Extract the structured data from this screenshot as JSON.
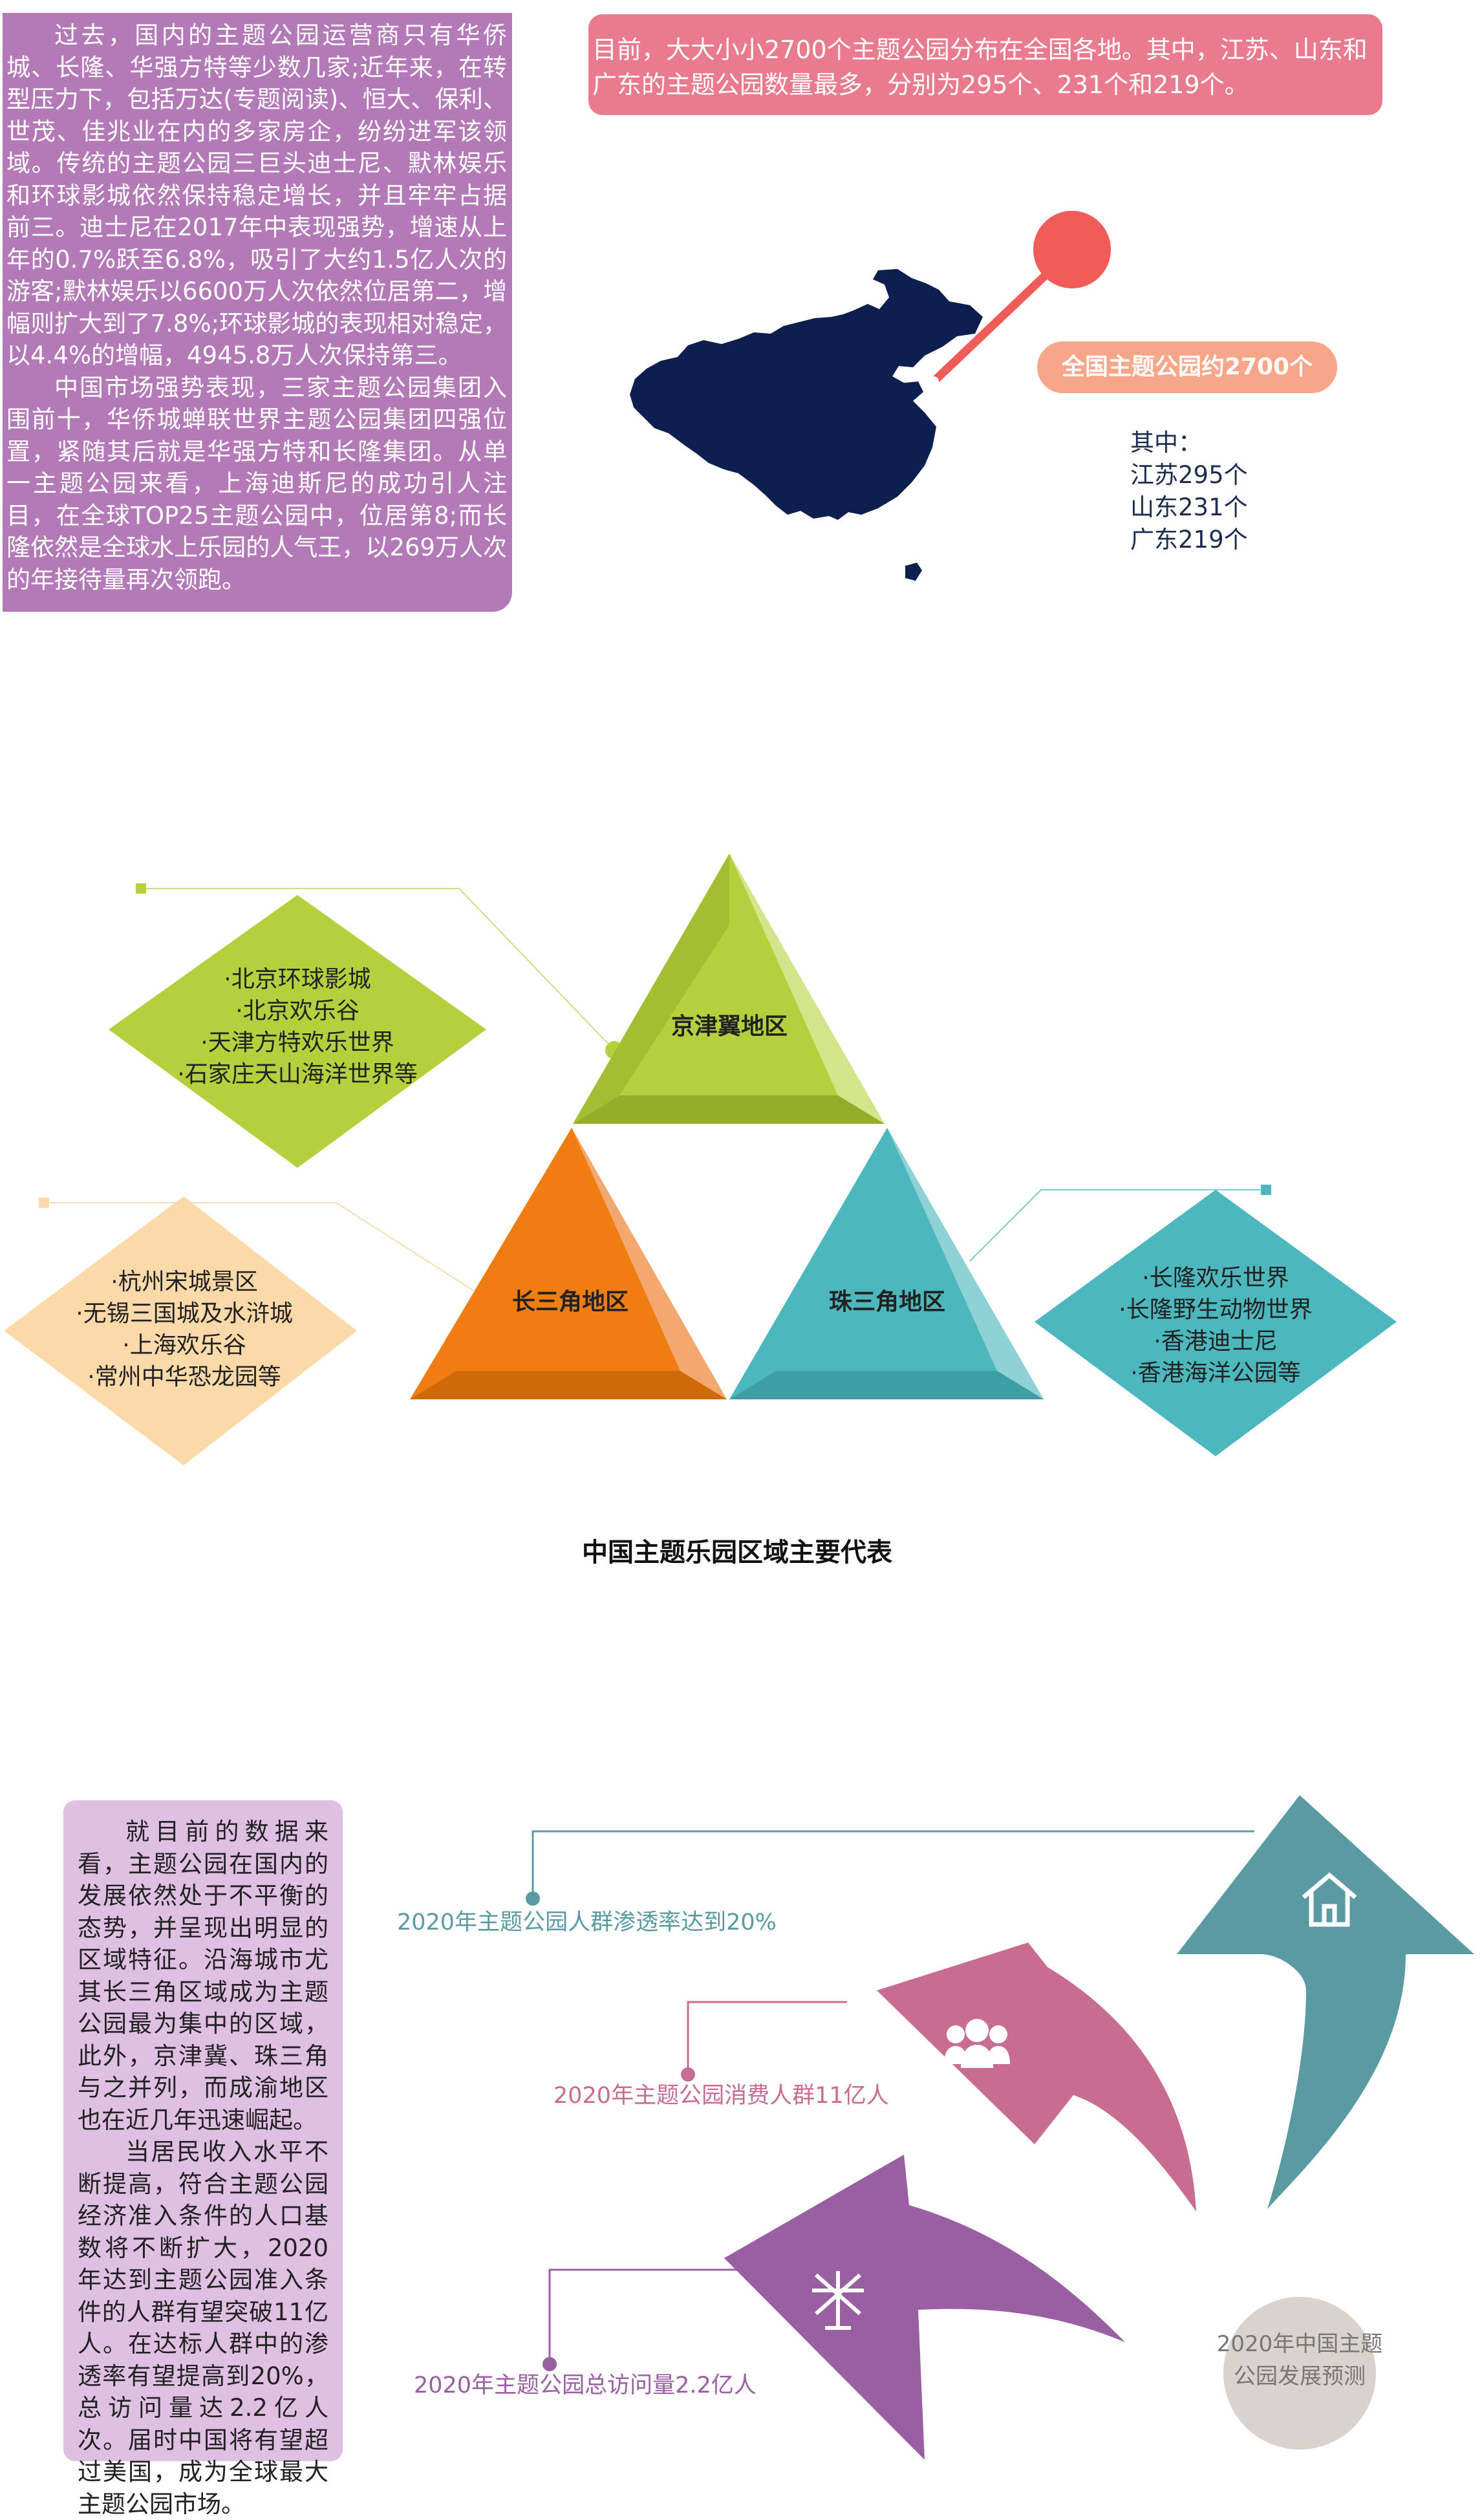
{
  "intro": {
    "paragraph1": "过去，国内的主题公园运营商只有华侨城、长隆、华强方特等少数几家;近年来，在转型压力下，包括万达(专题阅读)、恒大、保利、世茂、佳兆业在内的多家房企，纷纷进军该领域。传统的主题公园三巨头迪士尼、默林娱乐和环球影城依然保持稳定增长，并且牢牢占据前三。迪士尼在2017年中表现强势，增速从上年的0.7%跃至6.8%，吸引了大约1.5亿人次的游客;默林娱乐以6600万人次依然位居第二，增幅则扩大到了7.8%;环球影城的表现相对稳定，以4.4%的增幅，4945.8万人次保持第三。",
    "paragraph2": "中国市场强势表现，三家主题公园集团入围前十，华侨城蝉联世界主题公园集团四强位置，紧随其后就是华强方特和长隆集团。从单一主题公园来看，上海迪斯尼的成功引人注目，在全球TOP25主题公园中，位居第8;而长隆依然是全球水上乐园的人气王，以269万人次的年接待量再次领跑。"
  },
  "distribution": {
    "banner": "目前，大大小小2700个主题公园分布在全国各地。其中，江苏、山东和广东的主题公园数量最多，分别为295个、231个和219个。",
    "pill_label": "全国主题公园约2700个",
    "list_heading": "其中：",
    "list": [
      "江苏295个",
      "山东231个",
      "广东219个"
    ],
    "colors": {
      "map": "#0d1f4e",
      "pin": "#f25c58",
      "pill": "#f7a68a",
      "banner": "#ea7b8f"
    }
  },
  "regions": {
    "caption": "中国主题乐园区域主要代表",
    "jingjinji": {
      "label": "京津翼地区",
      "parks": [
        "·北京环球影城",
        "·北京欢乐谷",
        "·天津方特欢乐世界",
        "·石家庄天山海洋世界等"
      ],
      "color": "#b5cf3d"
    },
    "changsanjiao": {
      "label": "长三角地区",
      "parks": [
        "·杭州宋城景区",
        "·无锡三国城及水浒城",
        "·上海欢乐谷",
        "·常州中华恐龙园等"
      ],
      "color": "#ef7d12"
    },
    "zhusanjiao": {
      "label": "珠三角地区",
      "parks": [
        "·长隆欢乐世界",
        "·长隆野生动物世界",
        "·香港迪士尼",
        "·香港海洋公园等"
      ],
      "color": "#4cb8be"
    }
  },
  "forecast": {
    "paragraph1": "就目前的数据来看，主题公园在国内的发展依然处于不平衡的态势，并呈现出明显的区域特征。沿海城市尤其长三角区域成为主题公园最为集中的区域，此外，京津冀、珠三角与之并列，而成渝地区也在近几年迅速崛起。",
    "paragraph2": "当居民收入水平不断提高，符合主题公园经济准入条件的人口基数将不断扩大，2020年达到主题公园准入条件的人群有望突破11亿人。在达标人群中的渗透率有望提高到20%，总访问量达2.2亿人次。届时中国将有望超过美国，成为全球最大主题公园市场。",
    "items": [
      {
        "text": "2020年主题公园人群渗透率达到20%",
        "color": "#5a9aa3"
      },
      {
        "text": "2020年主题公园消费人群11亿人",
        "color": "#c86d8f"
      },
      {
        "text": "2020年主题公园总访问量2.2亿人",
        "color": "#9a5fa3"
      }
    ],
    "circle_label": "2020年中国主题公园发展预测",
    "icons": [
      "house-icon",
      "people-icon",
      "ferris-wheel-icon"
    ]
  }
}
